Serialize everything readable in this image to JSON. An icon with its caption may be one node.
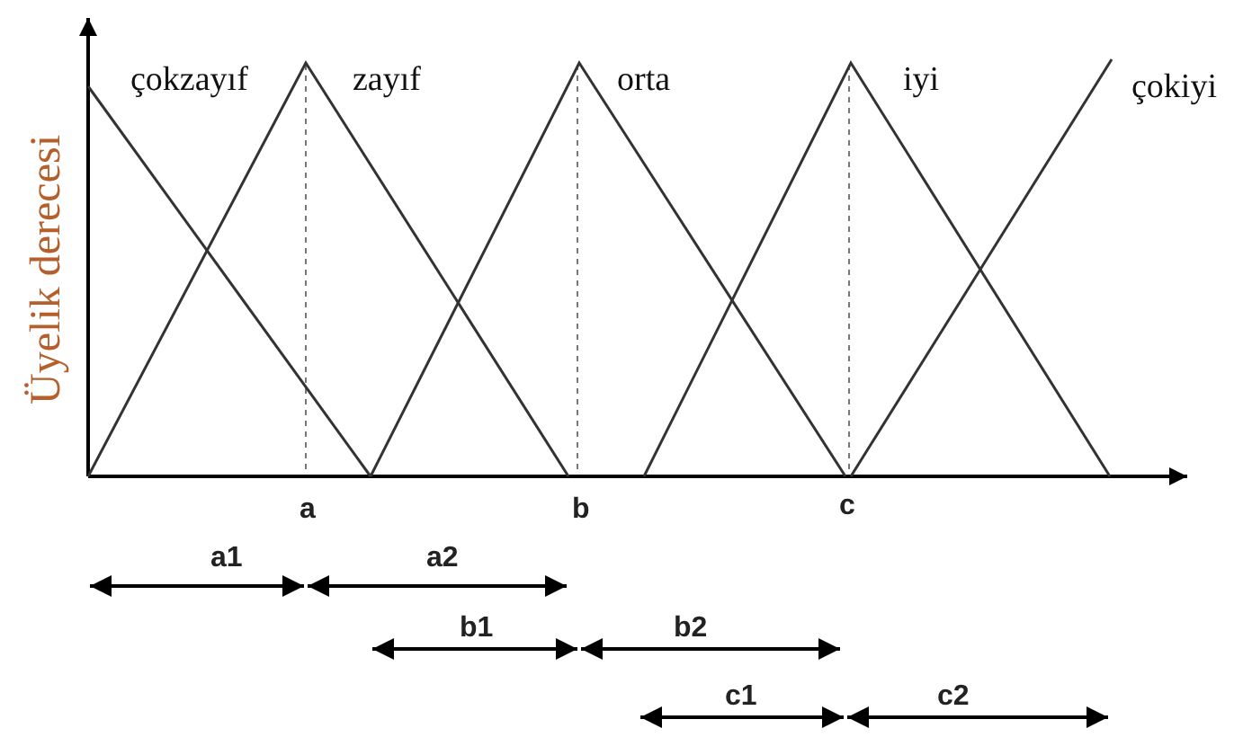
{
  "diagram": {
    "labels": [
      "Üyelik derecesi",
      "çokzayıf",
      "zayıf",
      "orta",
      "iyi",
      "çokiyi",
      "a",
      "b",
      "c",
      "a1",
      "a2",
      "b1",
      "b2",
      "c1",
      "c2"
    ]
  }
}
